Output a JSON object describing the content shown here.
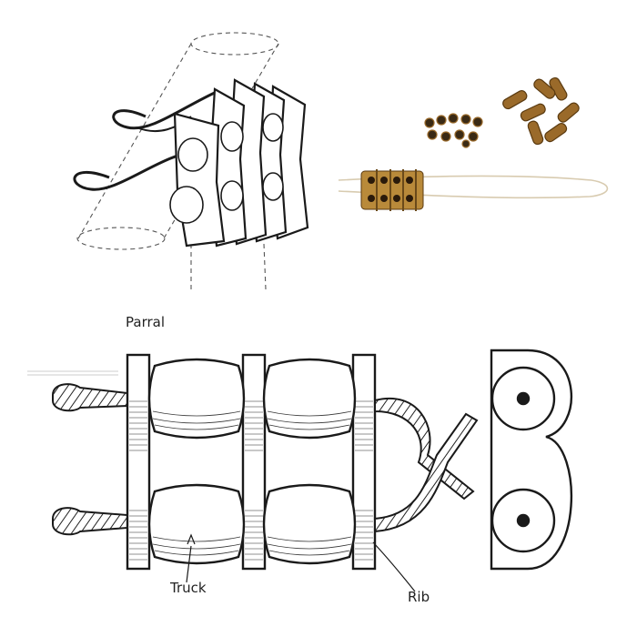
{
  "labels": {
    "parral": "Parral",
    "truck": "Truck",
    "rib": "Rib"
  },
  "colors": {
    "ink": "#1a1a1a",
    "wood": "#9a6a2a",
    "wood_dark": "#5a3a10",
    "bead": "#3a2a15",
    "string": "#d8cbb0"
  }
}
